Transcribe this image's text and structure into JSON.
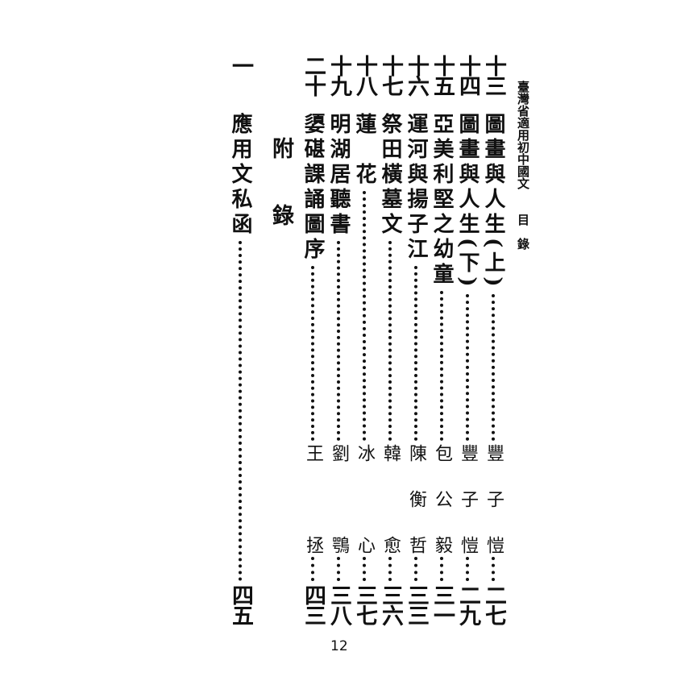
{
  "header": {
    "book_title": "臺灣省適用初中國文",
    "section": "目　錄"
  },
  "entries": [
    {
      "num": "十三",
      "title": "圖畫與人生(上)",
      "author": "豐子愷",
      "page": "二七"
    },
    {
      "num": "十四",
      "title": "圖畫與人生(下)",
      "author": "豐子愷",
      "page": "二九"
    },
    {
      "num": "十五",
      "title": "亞美利堅之幼童",
      "author": "包公毅",
      "page": "三一"
    },
    {
      "num": "十六",
      "title": "運河與揚子江",
      "author": "陳衡哲",
      "page": "三三"
    },
    {
      "num": "十七",
      "title": "祭田橫墓文",
      "author": "韓愈",
      "page": "三六"
    },
    {
      "num": "十八",
      "title": "蓮　花",
      "author": "冰心",
      "page": "三七"
    },
    {
      "num": "十九",
      "title": "明湖居聽書",
      "author": "劉鶚",
      "page": "三八"
    },
    {
      "num": "二十",
      "title": "嬃碪課誦圖序",
      "author": "王拯",
      "page": "四三"
    }
  ],
  "appendix": {
    "heading_1": "附",
    "heading_2": "錄",
    "entry": {
      "num": "一",
      "title": "應用文私函",
      "page": "四五"
    }
  },
  "footer": {
    "page_number": "12"
  }
}
